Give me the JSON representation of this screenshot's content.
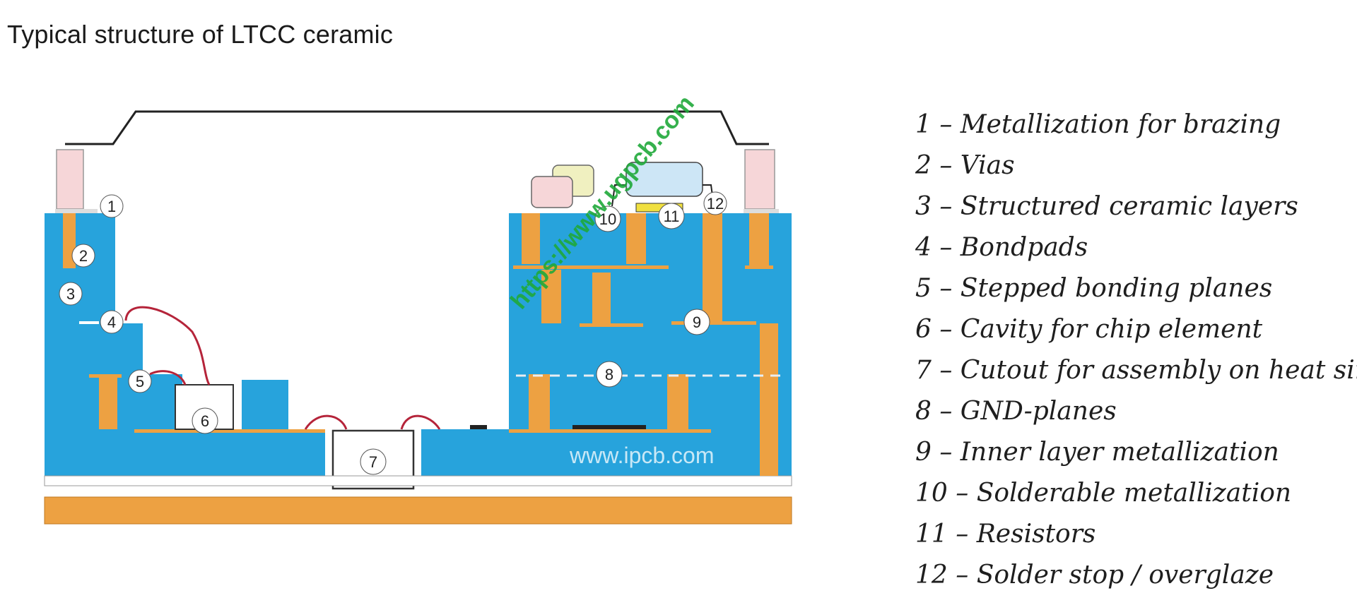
{
  "title": "Typical structure of LTCC ceramic",
  "legend": [
    {
      "num": "1",
      "text": "Metallization for brazing"
    },
    {
      "num": "2",
      "text": "Vias"
    },
    {
      "num": "3",
      "text": "Structured ceramic layers"
    },
    {
      "num": "4",
      "text": "Bondpads"
    },
    {
      "num": "5",
      "text": "Stepped bonding planes"
    },
    {
      "num": "6",
      "text": "Cavity for chip element"
    },
    {
      "num": "7",
      "text": "Cutout for assembly on heat sink"
    },
    {
      "num": "8",
      "text": "GND-planes"
    },
    {
      "num": "9",
      "text": "Inner layer metallization"
    },
    {
      "num": "10",
      "text": "Solderable metallization"
    },
    {
      "num": "11",
      "text": "Resistors"
    },
    {
      "num": "12",
      "text": "Solder stop / overglaze"
    }
  ],
  "callouts": [
    "1",
    "2",
    "3",
    "4",
    "5",
    "6",
    "7",
    "8",
    "9",
    "10",
    "11",
    "12"
  ],
  "watermarks": {
    "diagonal": "https://www.ugpcb.com",
    "bottom": "www.ipcb.com"
  },
  "colors": {
    "ceramic": "#27a3dc",
    "metal": "#eda142",
    "wire": "#b5243a",
    "pink": "#f6d6d8",
    "watermark_green": "#1fa83a"
  }
}
